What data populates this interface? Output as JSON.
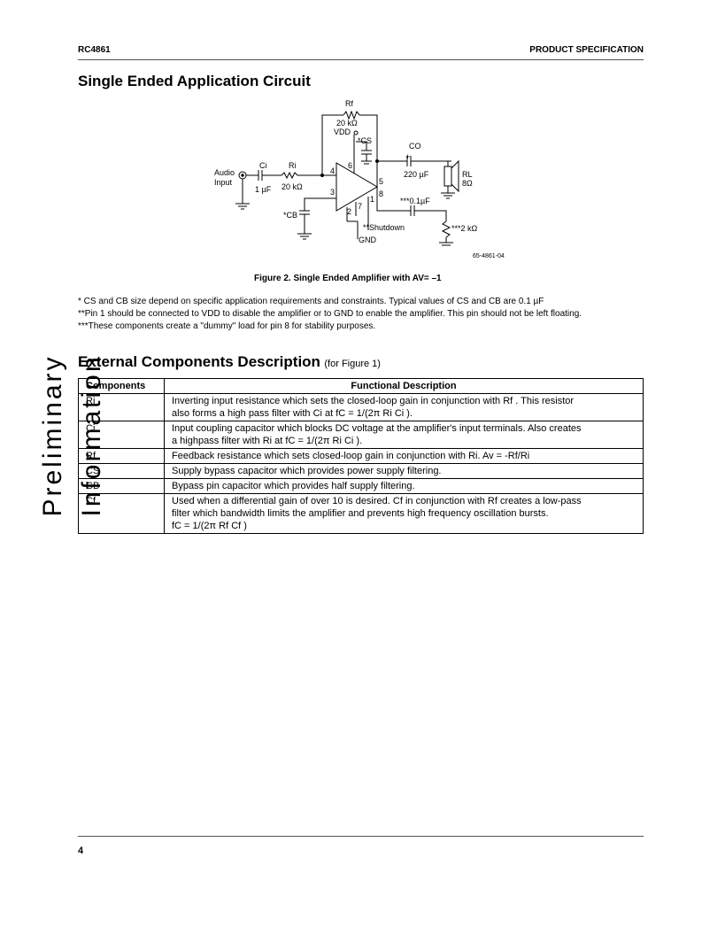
{
  "header": {
    "left": "RC4861",
    "right": "PRODUCT SPECIFICATION"
  },
  "sidebar": {
    "text": "Preliminary Information"
  },
  "section1": {
    "title": "Single Ended Application Circuit"
  },
  "circuit": {
    "rf_label": "Rf",
    "rf_value": "20 kΩ",
    "vdd": "VDD",
    "cs": "*CS",
    "co": "CO",
    "plus": "+",
    "co_value": "220 µF",
    "rl": "RL",
    "rl_value": "8Ω",
    "audio_input": "Audio\nInput",
    "ci": "Ci",
    "ci_value": "1 µF",
    "ri": "Ri",
    "ri_value": "20 kΩ",
    "cb": "*CB",
    "pins": [
      "4",
      "6",
      "3",
      "5",
      "8",
      "7",
      "2",
      "1"
    ],
    "cap01": "***0.1µF",
    "shutdown": "**Shutdown",
    "gnd": "GND",
    "r2k": "***2 kΩ",
    "figure_code": "65-4861-04"
  },
  "figure_caption": "Figure 2. Single Ended Amplifier with AV= –1",
  "notes": [
    "* CS and CB size depend on specific application requirements and constraints. Typical values of CS and CB are 0.1 µF",
    "**Pin 1 should be connected to VDD to disable the amplifier or to GND to enable the amplifier. This pin should not be left floating.",
    "***These components create a \"dummy\" load for pin 8 for stability purposes."
  ],
  "section2": {
    "title": "External Components Description",
    "subtitle": "(for Figure 1)"
  },
  "table": {
    "headers": [
      "Components",
      "Functional Description"
    ],
    "rows": [
      {
        "name": "Ri",
        "desc": [
          "Inverting input resistance which sets the closed-loop gain in conjunction with Rf . This resistor",
          "also forms a high pass filter with Ci at fC = 1/(2π Ri Ci )."
        ]
      },
      {
        "name": "Ci",
        "desc": [
          "Input coupling capacitor which blocks DC voltage at the amplifier's input terminals. Also creates",
          "a highpass filter with Ri at fC = 1/(2π Ri Ci )."
        ]
      },
      {
        "name": "Rf",
        "desc": [
          "Feedback resistance which sets closed-loop gain in conjunction with Ri. Av = -Rf/Ri"
        ]
      },
      {
        "name": "CS",
        "desc": [
          "Supply bypass capacitor which provides power supply filtering."
        ]
      },
      {
        "name": "CB",
        "desc": [
          "Bypass pin capacitor which provides half supply filtering."
        ]
      },
      {
        "name": "Cf",
        "desc": [
          "Used when a differential gain of over 10 is desired. Cf in conjunction with Rf creates a low-pass",
          "filter which bandwidth limits the amplifier and prevents high frequency oscillation bursts.",
          "fC = 1/(2π Rf Cf )"
        ]
      }
    ]
  },
  "footer": {
    "page": "4"
  }
}
